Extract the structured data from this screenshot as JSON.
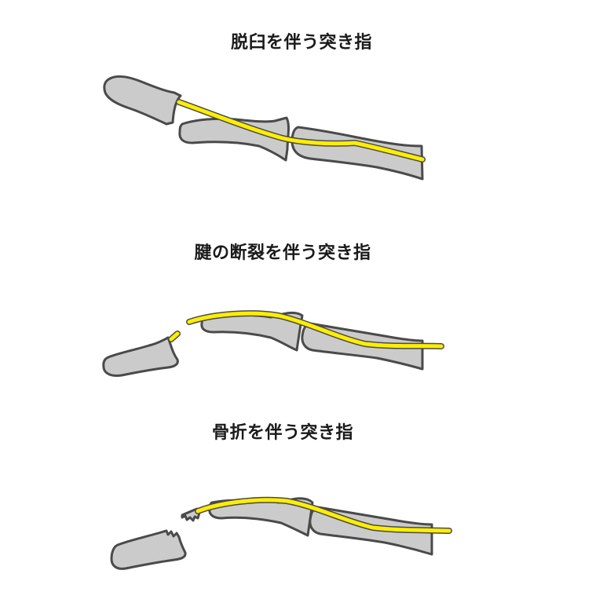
{
  "diagrams": [
    {
      "title": "脱臼を伴う突き指",
      "type": "dislocation"
    },
    {
      "title": "腱の断裂を伴う突き指",
      "type": "tendon-rupture"
    },
    {
      "title": "骨折を伴う突き指",
      "type": "fracture"
    }
  ],
  "colors": {
    "bone_fill": "#cbcbcb",
    "bone_outline": "#4a4a4a",
    "tendon": "#ffee00",
    "background": "#ffffff",
    "text": "#1a1a1a"
  }
}
